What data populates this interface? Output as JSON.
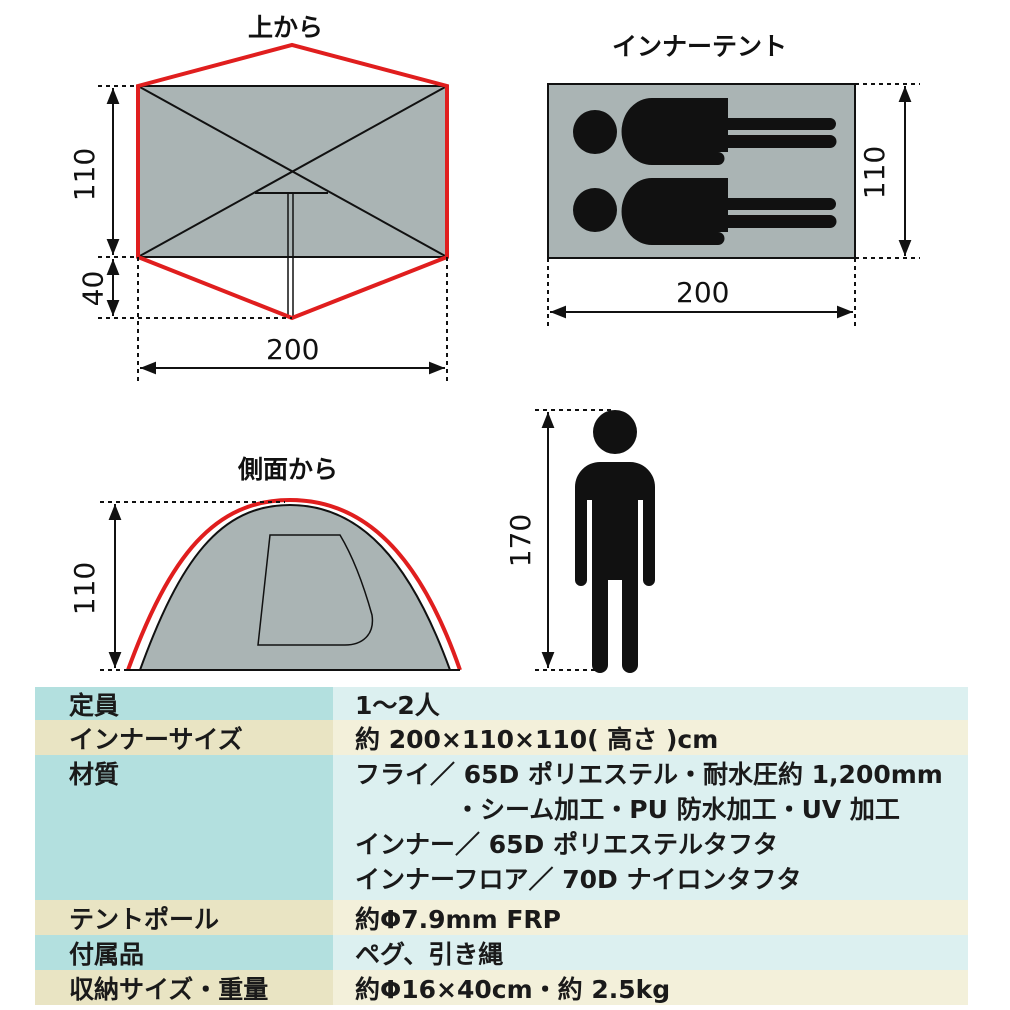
{
  "titles": {
    "top_view": "上から",
    "inner_tent": "インナーテント",
    "side_view": "側面から"
  },
  "dimensions": {
    "top_depth": "110",
    "top_vestibule": "40",
    "top_width": "200",
    "inner_depth": "110",
    "inner_width": "200",
    "side_height": "110",
    "person_height": "170"
  },
  "colors": {
    "fly": "#e01e1e",
    "tent": "#aab4b4",
    "label_cyan": "#b3e0df",
    "label_beige": "#e9e4c3"
  },
  "specs": [
    {
      "label": "定員",
      "values": [
        "1～2人"
      ]
    },
    {
      "label": "インナーサイズ",
      "values": [
        "約 200×110×110( 高さ )cm"
      ]
    },
    {
      "label": "材質",
      "values": [
        "フライ／ 65D ポリエステル・耐水圧約 1,200mm",
        "・シーム加工・PU 防水加工・UV 加工",
        "インナー／ 65D ポリエステルタフタ",
        "インナーフロア／ 70D ナイロンタフタ"
      ]
    },
    {
      "label": "テントポール",
      "values": [
        "約Φ7.9mm FRP"
      ]
    },
    {
      "label": "付属品",
      "values": [
        "ペグ、引き縄"
      ]
    },
    {
      "label": "収納サイズ・重量",
      "values": [
        "約Φ16×40cm・約 2.5kg"
      ]
    }
  ]
}
